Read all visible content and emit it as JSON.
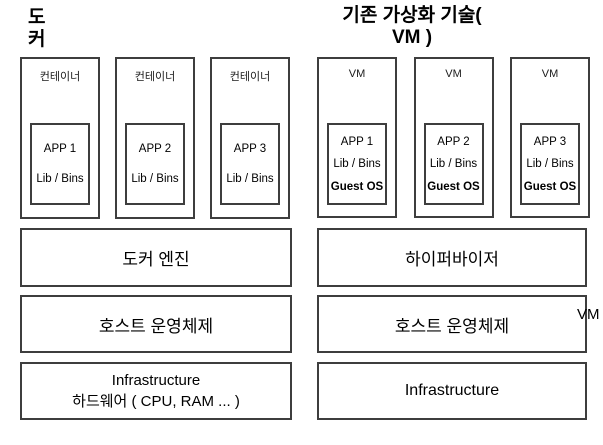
{
  "colors": {
    "background": "#ffffff",
    "border": "#3e3e3e",
    "text": "#000000"
  },
  "docker": {
    "title": "도\n커",
    "containers": [
      {
        "label": "컨테이너",
        "app": "APP 1",
        "lib": "Lib / Bins"
      },
      {
        "label": "컨테이너",
        "app": "APP 2",
        "lib": "Lib / Bins"
      },
      {
        "label": "컨테이너",
        "app": "APP 3",
        "lib": "Lib / Bins"
      }
    ],
    "layers": [
      "도커 엔진",
      "호스트 운영체제",
      "Infrastructure\n하드웨어 ( CPU, RAM ... )"
    ]
  },
  "vm": {
    "title": "기존 가상화 기술(\nVM )",
    "machines": [
      {
        "label": "VM",
        "app": "APP 1",
        "lib": "Lib / Bins",
        "guest_os": "Guest OS"
      },
      {
        "label": "VM",
        "app": "APP 2",
        "lib": "Lib / Bins",
        "guest_os": "Guest OS"
      },
      {
        "label": "VM",
        "app": "APP 3",
        "lib": "Lib / Bins",
        "guest_os": "Guest OS"
      }
    ],
    "layers": [
      "하이퍼바이저",
      "호스트 운영체제",
      "Infrastructure"
    ],
    "side_label": "VM"
  }
}
